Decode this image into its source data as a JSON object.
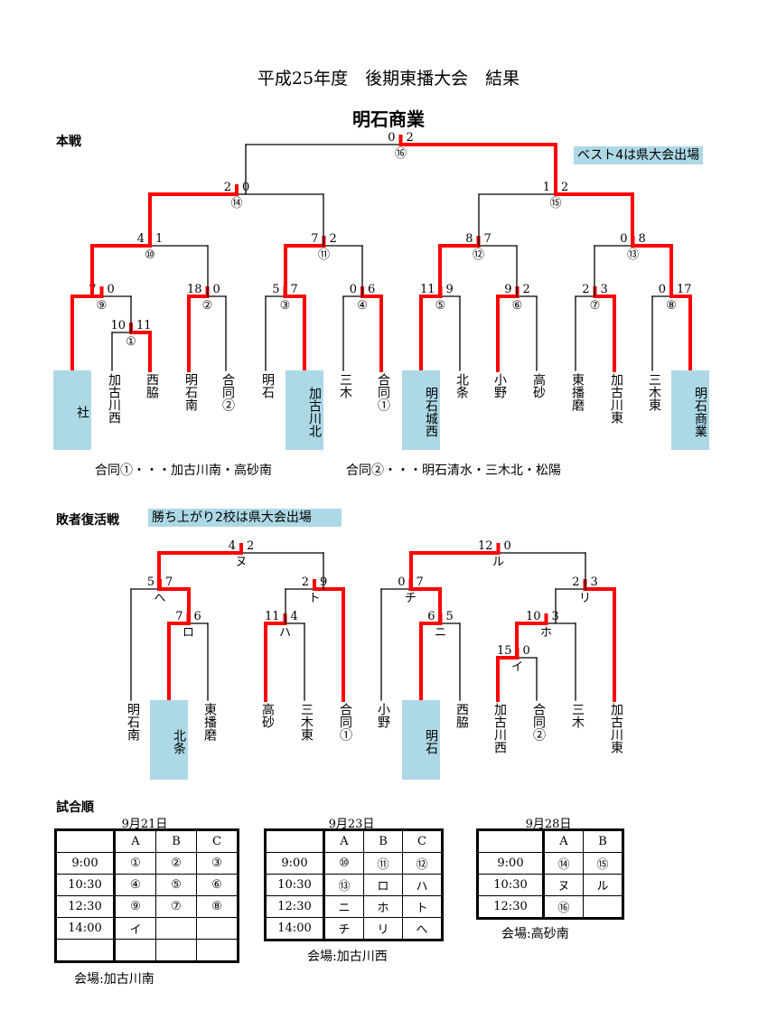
{
  "title": "平成25年度　後期東播大会　結果",
  "champion": "明石商業",
  "main_section": "本戦",
  "best4_note": "ベスト4は県大会出場",
  "main_teams": [
    "社",
    "加古川西",
    "西脇",
    "明石南",
    "合同②",
    "明石",
    "加古川北",
    "三木",
    "合同①",
    "明石城西",
    "北条",
    "小野",
    "高砂",
    "東播磨",
    "加古川東",
    "三木東",
    "明石商業"
  ],
  "main_matches": [
    {
      "id": "①",
      "s1": "10",
      "s2": "11"
    },
    {
      "id": "⑨",
      "s1": "7",
      "s2": "0"
    },
    {
      "id": "②",
      "s1": "18",
      "s2": "0"
    },
    {
      "id": "③",
      "s1": "5",
      "s2": "7"
    },
    {
      "id": "④",
      "s1": "0",
      "s2": "6"
    },
    {
      "id": "⑤",
      "s1": "11",
      "s2": "9"
    },
    {
      "id": "⑥",
      "s1": "9",
      "s2": "2"
    },
    {
      "id": "⑦",
      "s1": "2",
      "s2": "3"
    },
    {
      "id": "⑧",
      "s1": "0",
      "s2": "17"
    },
    {
      "id": "⑩",
      "s1": "4",
      "s2": "1"
    },
    {
      "id": "⑪",
      "s1": "7",
      "s2": "2"
    },
    {
      "id": "⑫",
      "s1": "8",
      "s2": "7"
    },
    {
      "id": "⑬",
      "s1": "0",
      "s2": "8"
    },
    {
      "id": "⑭",
      "s1": "2",
      "s2": "0"
    },
    {
      "id": "⑮",
      "s1": "1",
      "s2": "2"
    },
    {
      "id": "⑯",
      "s1": "0",
      "s2": "2"
    }
  ],
  "joint1": "合同①・・・加古川南・高砂南",
  "joint2": "合同②・・・明石清水・三木北・松陽",
  "rep_section": "敗者復活戦",
  "rep_note": "勝ち上がり2校は県大会出場",
  "rep_teams": [
    "明石南",
    "北条",
    "東播磨",
    "高砂",
    "三木東",
    "合同①",
    "小野",
    "明石",
    "西脇",
    "加古川西",
    "合同②",
    "三木",
    "加古川東"
  ],
  "rep_matches": [
    {
      "id": "ロ",
      "s1": "7",
      "s2": "6"
    },
    {
      "id": "へ",
      "s1": "5",
      "s2": "7"
    },
    {
      "id": "ハ",
      "s1": "11",
      "s2": "4"
    },
    {
      "id": "ト",
      "s1": "2",
      "s2": "9"
    },
    {
      "id": "ヌ",
      "s1": "4",
      "s2": "2"
    },
    {
      "id": "ニ",
      "s1": "6",
      "s2": "5"
    },
    {
      "id": "チ",
      "s1": "0",
      "s2": "7"
    },
    {
      "id": "イ",
      "s1": "15",
      "s2": "0"
    },
    {
      "id": "ホ",
      "s1": "10",
      "s2": "3"
    },
    {
      "id": "リ",
      "s1": "2",
      "s2": "3"
    },
    {
      "id": "ル",
      "s1": "12",
      "s2": "0"
    }
  ],
  "order_section": "試合順",
  "schedule": [
    {
      "date": "9月21日",
      "header": [
        "",
        "A",
        "B",
        "C"
      ],
      "rows": [
        [
          "9:00",
          "①",
          "②",
          "③"
        ],
        [
          "10:30",
          "④",
          "⑤",
          "⑥"
        ],
        [
          "12:30",
          "⑨",
          "⑦",
          "⑧"
        ],
        [
          "14:00",
          "イ",
          "",
          ""
        ],
        [
          "",
          "",
          "",
          ""
        ]
      ],
      "venue": "会場:加古川南"
    },
    {
      "date": "9月23日",
      "header": [
        "",
        "A",
        "B",
        "C"
      ],
      "rows": [
        [
          "9:00",
          "⑩",
          "⑪",
          "⑫"
        ],
        [
          "10:30",
          "⑬",
          "ロ",
          "ハ"
        ],
        [
          "12:30",
          "ニ",
          "ホ",
          "ト"
        ],
        [
          "14:00",
          "チ",
          "リ",
          "へ"
        ]
      ],
      "venue": "会場:加古川西"
    },
    {
      "date": "9月28日",
      "header": [
        "",
        "A",
        "B"
      ],
      "rows": [
        [
          "9:00",
          "⑭",
          "⑮"
        ],
        [
          "10:30",
          "ヌ",
          "ル"
        ],
        [
          "12:30",
          "⑯",
          ""
        ]
      ],
      "venue": "会場:高砂南"
    }
  ],
  "colors": {
    "win_line": "#ff0000",
    "highlight": "#add8e6"
  }
}
